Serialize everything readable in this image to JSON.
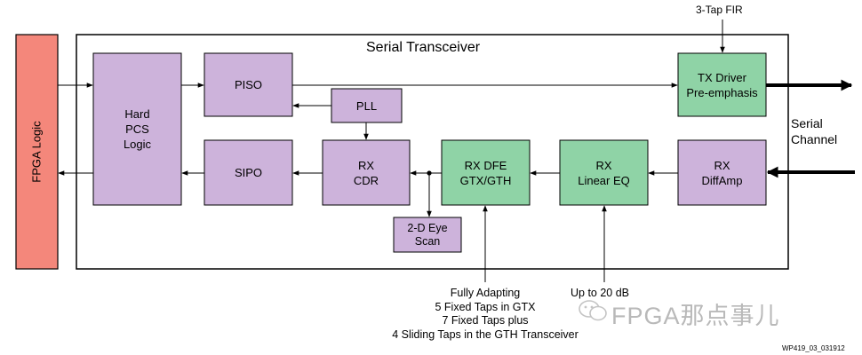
{
  "title": "Serial Transceiver",
  "fpga_label": "FPGA Logic",
  "blocks": {
    "hard_pcs": [
      "Hard",
      "PCS",
      "Logic"
    ],
    "piso": "PISO",
    "pll": "PLL",
    "sipo": "SIPO",
    "rx_cdr": [
      "RX",
      "CDR"
    ],
    "rx_dfe": [
      "RX DFE",
      "GTX/GTH"
    ],
    "rx_linear_eq": [
      "RX",
      "Linear EQ"
    ],
    "tx_driver": [
      "TX Driver",
      "Pre-emphasis"
    ],
    "rx_diffamp": [
      "RX",
      "DiffAmp"
    ],
    "eye_scan": [
      "2-D Eye",
      "Scan"
    ]
  },
  "labels": {
    "fir": "3-Tap FIR",
    "serial_channel": [
      "Serial",
      "Channel"
    ],
    "dfe_notes": [
      "Fully Adapting",
      "5 Fixed Taps in GTX",
      "7 Fixed Taps plus",
      "4 Sliding Taps in the GTH Transceiver"
    ],
    "eq_note": "Up to 20 dB",
    "figure_id": "WP419_03_031912",
    "watermark": "FPGA那点事儿"
  },
  "colors": {
    "fpga_fill": "#f4877b",
    "purple_block": "#cdb3db",
    "green_block": "#8fd3a6",
    "outline": "#000000"
  }
}
